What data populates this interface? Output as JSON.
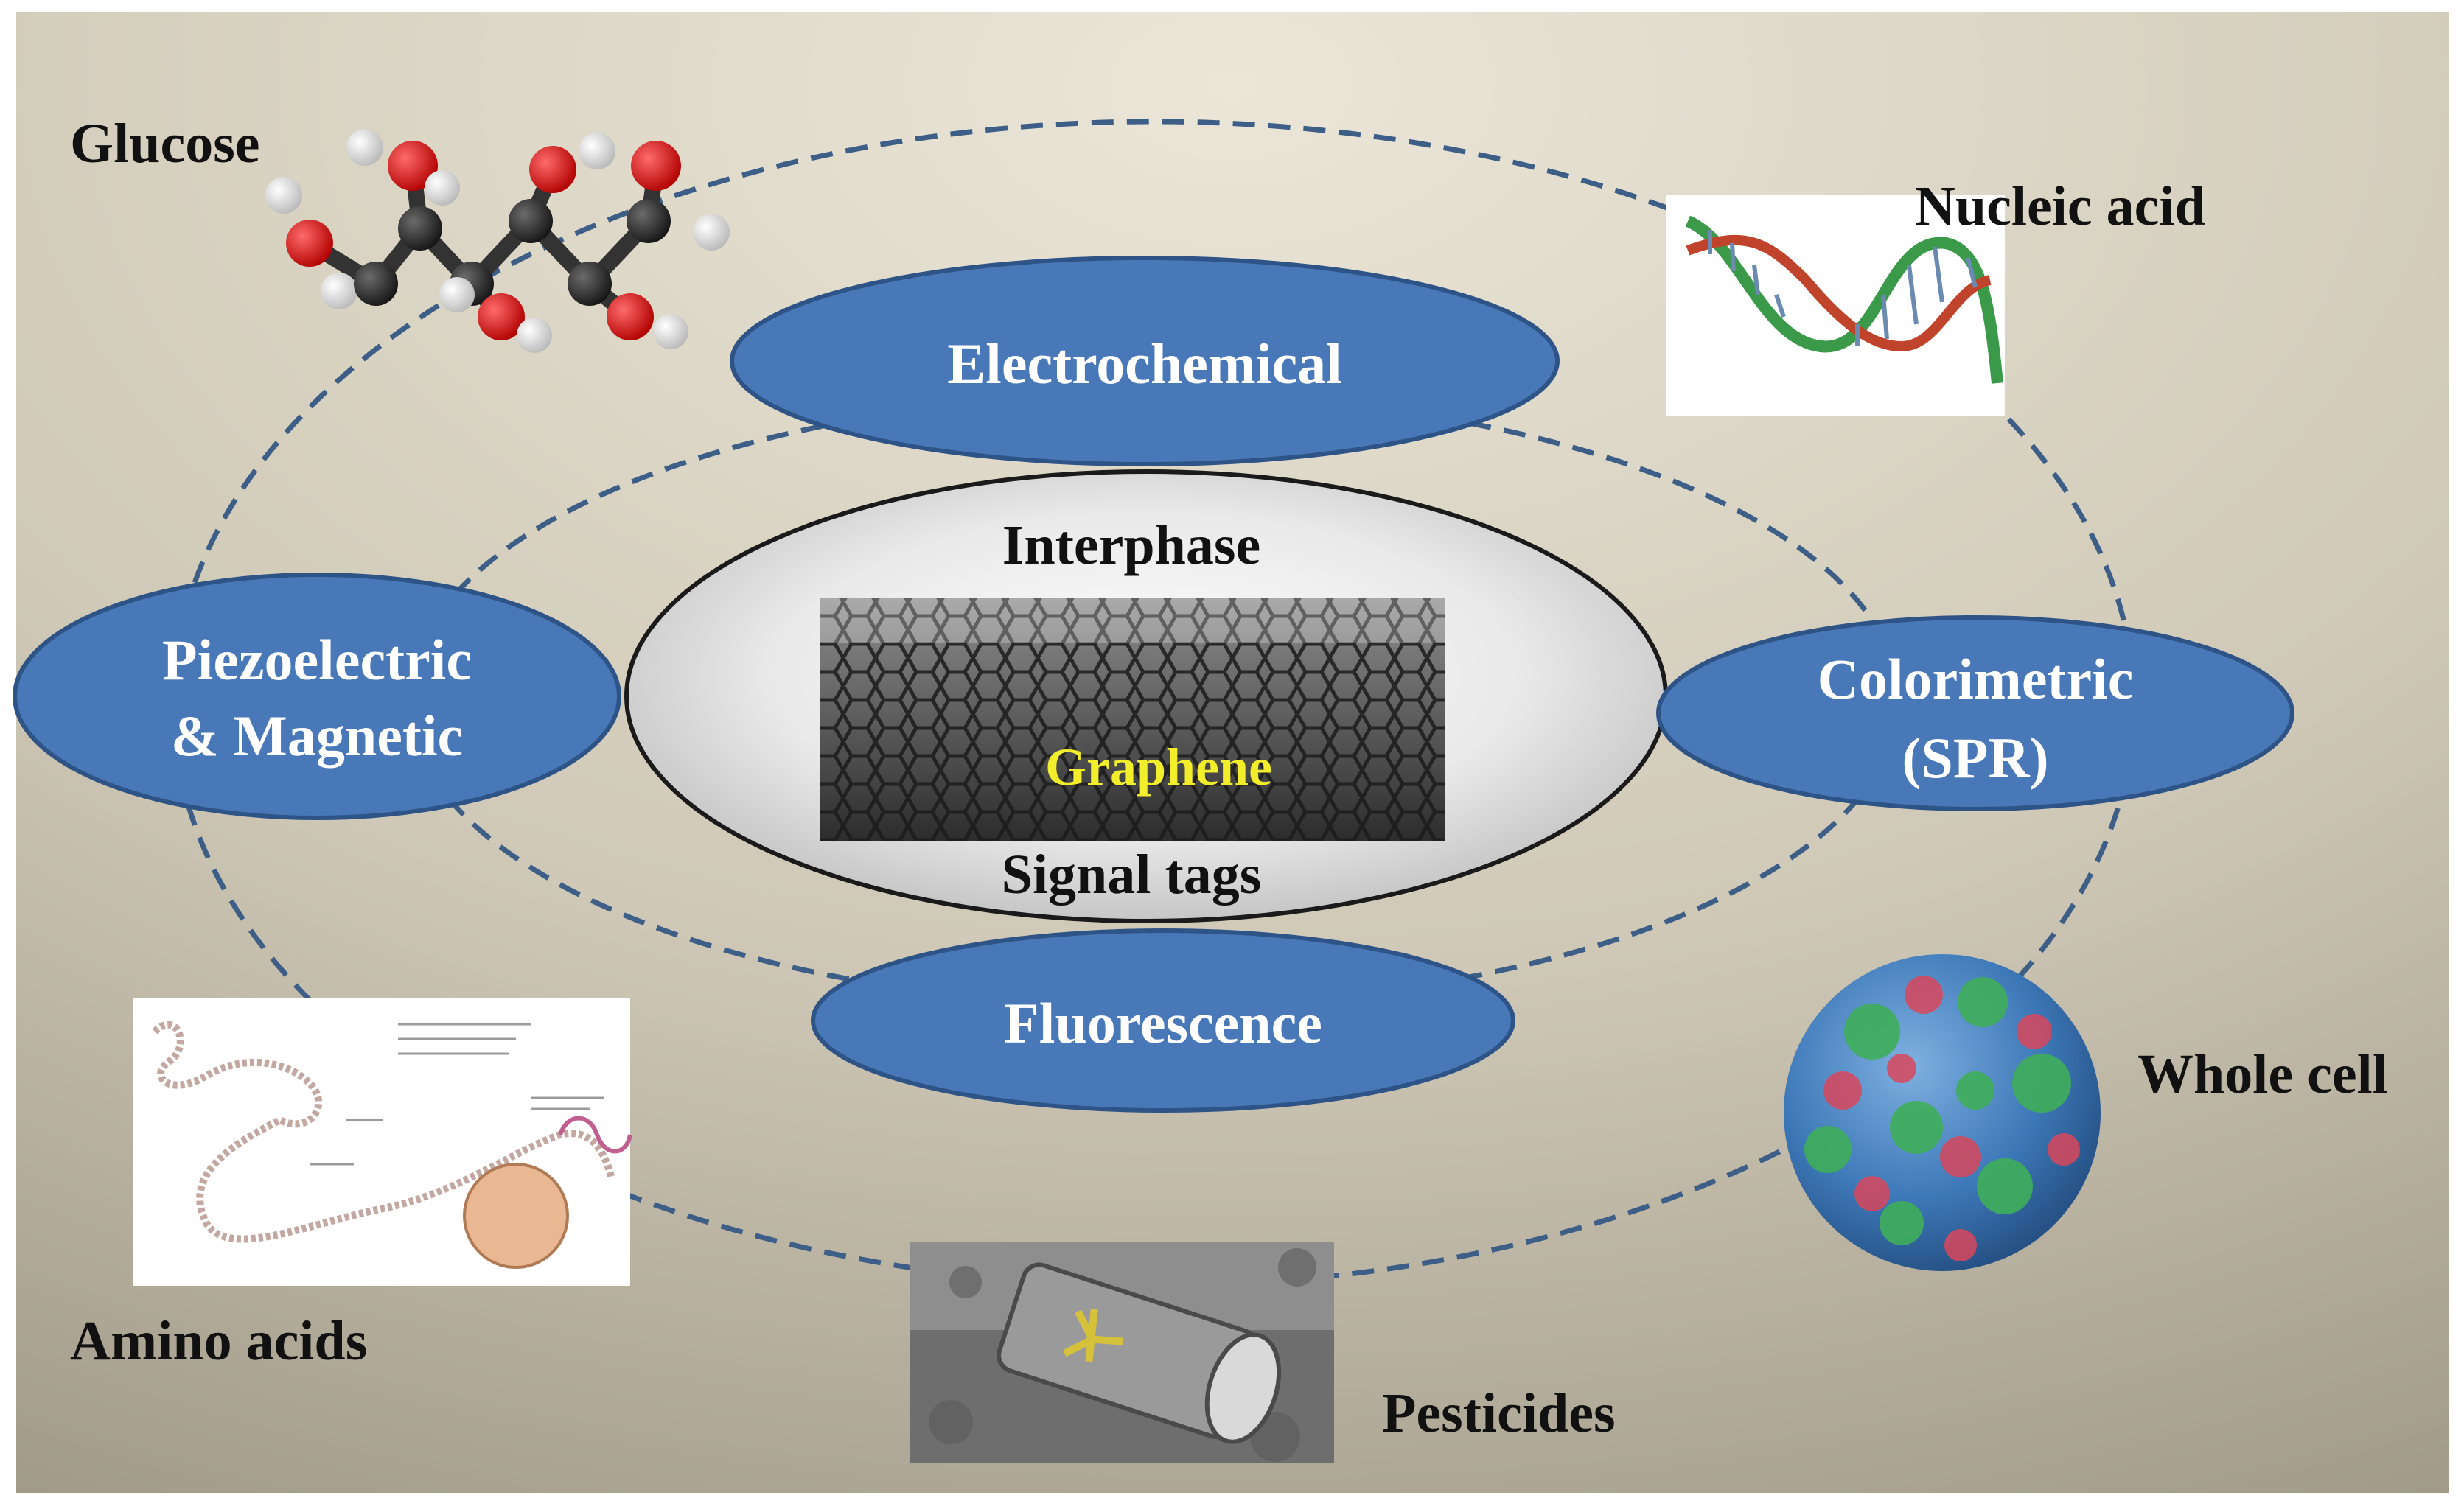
{
  "colors": {
    "background_light": "#e5e0d2",
    "background_dark": "#a7a08e",
    "ellipse_fill": "#4978b8",
    "ellipse_stroke": "#2e5487",
    "dash_line": "#3d5e86",
    "graphene_label": "#f3ee2c",
    "label_white": "#ffffff",
    "label_dark": "#111111"
  },
  "center": {
    "top_label": "Interphase",
    "material_label": "Graphene",
    "bottom_label": "Signal tags"
  },
  "methods": {
    "electrochemical": "Electrochemical",
    "piezo_line1": "Piezoelectric",
    "piezo_line2": "& Magnetic",
    "colorimetric_line1": "Colorimetric",
    "colorimetric_line2": "(SPR)",
    "fluorescence": "Fluorescence"
  },
  "analytes": {
    "glucose": "Glucose",
    "nucleic_acid": "Nucleic acid",
    "whole_cell": "Whole cell",
    "pesticides": "Pesticides",
    "amino_acids": "Amino acids"
  },
  "icons": {
    "glucose": "glucose-molecule-icon",
    "nucleic_acid": "dna-double-helix-icon",
    "whole_cell": "cell-sphere-icon",
    "pesticides": "pesticide-barrel-icon",
    "amino_acids": "protein-chain-icon",
    "graphene": "graphene-lattice-icon"
  }
}
